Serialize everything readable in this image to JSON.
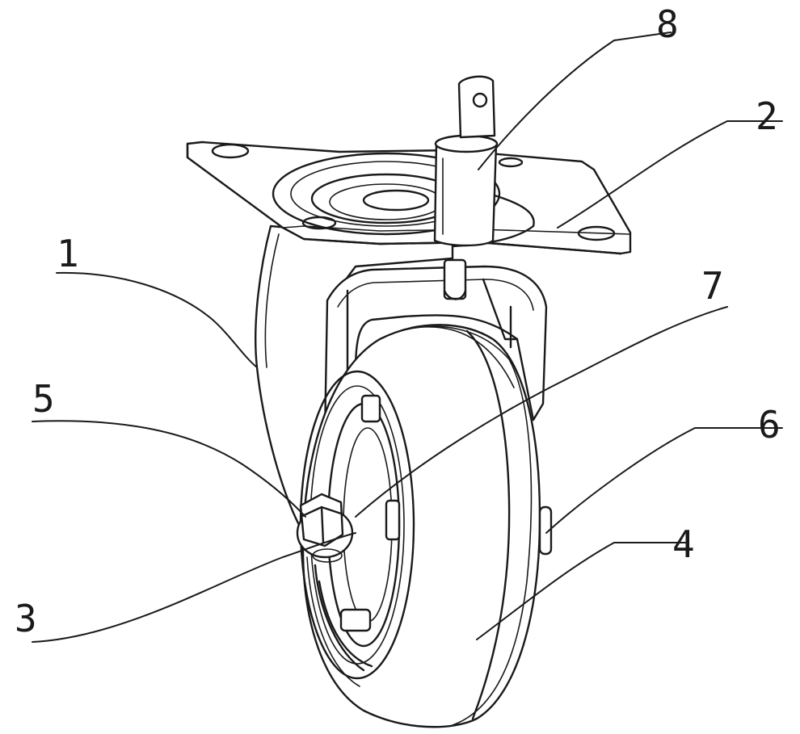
{
  "figure": {
    "labels": [
      {
        "id": "1",
        "text": "1"
      },
      {
        "id": "2",
        "text": "2"
      },
      {
        "id": "3",
        "text": "3"
      },
      {
        "id": "4",
        "text": "4"
      },
      {
        "id": "5",
        "text": "5"
      },
      {
        "id": "6",
        "text": "6"
      },
      {
        "id": "7",
        "text": "7"
      },
      {
        "id": "8",
        "text": "8"
      }
    ],
    "colors": {
      "line": "#1a1a1a",
      "background": "#ffffff"
    }
  }
}
